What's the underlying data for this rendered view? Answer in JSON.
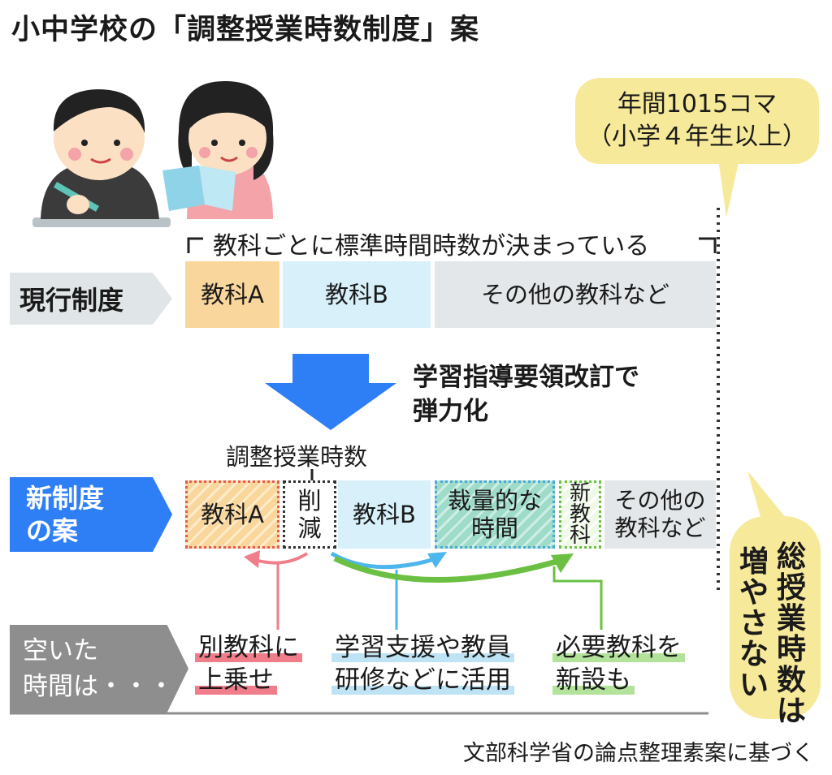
{
  "title": "小中学校の「調整授業時数制度」案",
  "bubble_top": {
    "line1": "年間1015コマ",
    "line2": "（小学４年生以上）"
  },
  "bubble_side": {
    "col_right": [
      "総",
      "授",
      "業",
      "時",
      "数",
      "は"
    ],
    "col_left": [
      "増",
      "や",
      "さ",
      "な",
      "い"
    ]
  },
  "bracket_label": "教科ごとに標準時間時数が決まっている",
  "current": {
    "label": "現行制度",
    "boxes": [
      "教科A",
      "教科B",
      "その他の教科など"
    ]
  },
  "transition": {
    "line1": "学習指導要領改訂で",
    "line2": "弾力化"
  },
  "adjust_label": "調整授業時数",
  "new_system": {
    "label_line1": "新制度",
    "label_line2": "の案",
    "boxes": {
      "a": "教科A",
      "cut": [
        "削",
        "減"
      ],
      "b": "教科B",
      "discretion": [
        "裁量的な",
        "時間"
      ],
      "new_subject": [
        "新",
        "教",
        "科"
      ],
      "other": [
        "その他の",
        "教科など"
      ]
    }
  },
  "freed": {
    "label_line1": "空いた",
    "label_line2": "時間は・・・",
    "items": [
      {
        "line1": "別教科に",
        "line2": "上乗せ"
      },
      {
        "line1": "学習支援や教員",
        "line2": "研修などに活用"
      },
      {
        "line1": "必要教科を",
        "line2": "新設も"
      }
    ]
  },
  "source": "文部科学省の論点整理素案に基づく",
  "colors": {
    "blue": "#2e7ef6",
    "orange": "#f9d69c",
    "light_blue": "#d8f0fa",
    "gray": "#e3e7e9",
    "teal": "#9fdbc9",
    "yellow": "#f7e99a",
    "pink": "#f07d8a",
    "sky": "#4db6ec",
    "green": "#6bc043"
  }
}
